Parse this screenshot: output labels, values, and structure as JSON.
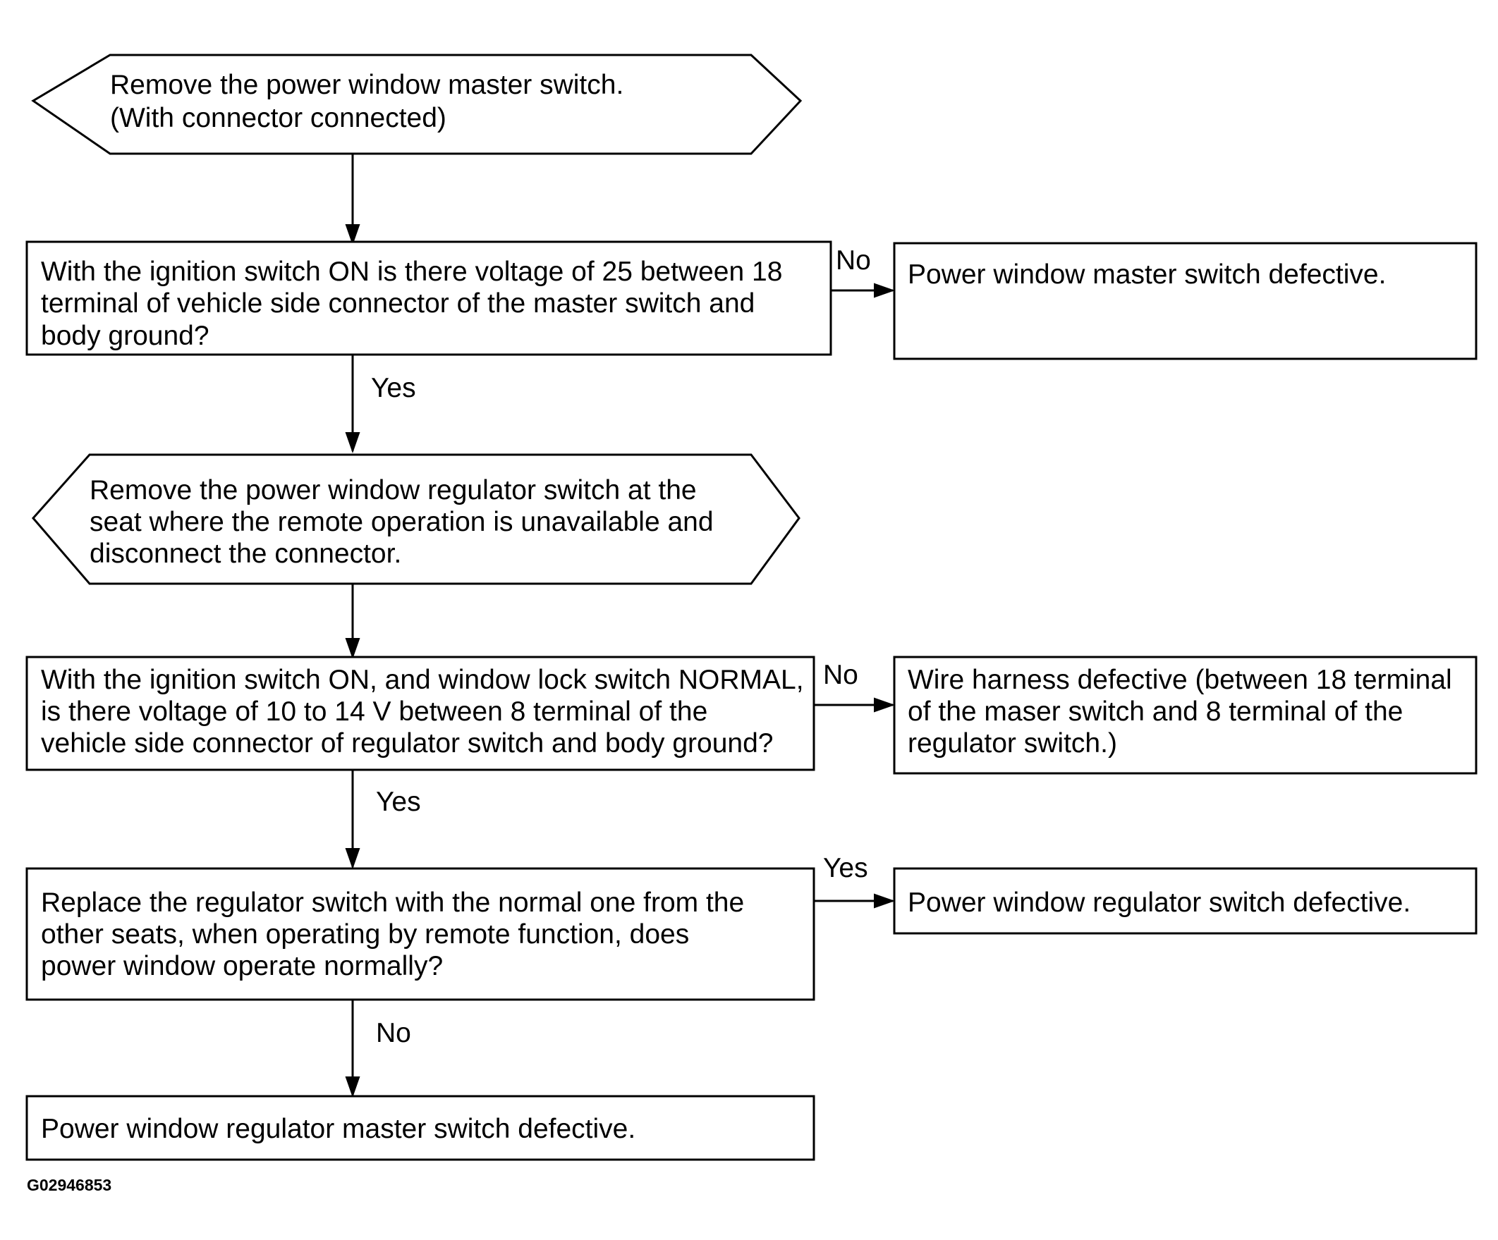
{
  "steps": {
    "step1": {
      "lines": [
        "Remove the power window master switch.",
        "(With connector connected)"
      ]
    },
    "decision1": {
      "lines": [
        "With the ignition switch ON is there voltage of 25 between 18",
        "terminal of vehicle side connector of the master switch and",
        "body ground?"
      ]
    },
    "result1": {
      "lines": [
        "Power window master switch defective."
      ]
    },
    "step2": {
      "lines": [
        "Remove the power window regulator switch at the",
        "seat where the remote operation is unavailable and",
        "disconnect the connector."
      ]
    },
    "decision2": {
      "lines": [
        "With the ignition switch ON, and window lock switch NORMAL,",
        "is there voltage of 10 to 14 V between 8 terminal of the",
        "vehicle side connector of regulator switch and body ground?"
      ]
    },
    "result2": {
      "lines": [
        "Wire harness defective (between 18 terminal",
        "of the maser switch and 8 terminal of the",
        "regulator switch.)"
      ]
    },
    "decision3": {
      "lines": [
        "Replace the regulator switch with the normal one from the",
        "other seats, when operating by remote function, does",
        "power window operate normally?"
      ]
    },
    "result3": {
      "lines": [
        "Power window regulator switch defective."
      ]
    },
    "result4": {
      "lines": [
        "Power window regulator master switch defective."
      ]
    }
  },
  "labels": {
    "no1": "No",
    "yes1": "Yes",
    "no2": "No",
    "yes2": "Yes",
    "yes3": "Yes",
    "no3": "No"
  },
  "figure_code": "G02946853"
}
